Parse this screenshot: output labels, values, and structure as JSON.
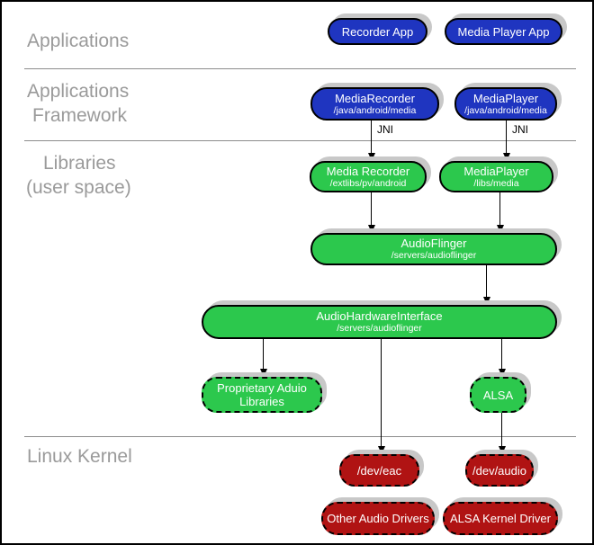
{
  "colors": {
    "app_blue": "#1F35C0",
    "library_green": "#2CC84D",
    "kernel_red": "#B01313",
    "layer_label_gray": "#9A9A9A",
    "separator_gray": "#8C8C8C",
    "shadow_gray": "#C8C8C8",
    "node_text": "#FFFFFF",
    "arrow_black": "#000000"
  },
  "layers": {
    "applications": {
      "label": "Applications"
    },
    "framework": {
      "line1": "Applications",
      "line2": "Framework"
    },
    "libraries": {
      "line1": "Libraries",
      "line2": "(user space)"
    },
    "kernel": {
      "label": "Linux Kernel"
    }
  },
  "nodes": {
    "recorder_app": {
      "title": "Recorder App"
    },
    "media_player_app": {
      "title": "Media Player App"
    },
    "media_recorder_fw": {
      "title": "MediaRecorder",
      "subtitle": "/java/android/media"
    },
    "media_player_fw": {
      "title": "MediaPlayer",
      "subtitle": "/java/android/media"
    },
    "media_recorder_lib": {
      "title": "Media Recorder",
      "subtitle": "/extlibs/pv/android"
    },
    "media_player_lib": {
      "title": "MediaPlayer",
      "subtitle": "/libs/media"
    },
    "audioflinger": {
      "title": "AudioFlinger",
      "subtitle": "/servers/audioflinger"
    },
    "audio_hardware_interface": {
      "title": "AudioHardwareInterface",
      "subtitle": "/servers/audioflinger"
    },
    "proprietary_audio_libraries": {
      "title": "Proprietary Aduio",
      "subtitle": "Libraries"
    },
    "alsa": {
      "title": "ALSA"
    },
    "dev_eac": {
      "title": "/dev/eac"
    },
    "dev_audio": {
      "title": "/dev/audio"
    },
    "other_audio_drivers": {
      "title": "Other Audio Drivers"
    },
    "alsa_kernel_driver": {
      "title": "ALSA Kernel Driver"
    }
  },
  "edges": [
    {
      "from": "media_recorder_fw",
      "to": "media_recorder_lib",
      "label": "JNI"
    },
    {
      "from": "media_player_fw",
      "to": "media_player_lib",
      "label": "JNI"
    },
    {
      "from": "media_recorder_lib",
      "to": "audioflinger",
      "label": ""
    },
    {
      "from": "media_player_lib",
      "to": "audioflinger",
      "label": ""
    },
    {
      "from": "audioflinger",
      "to": "audio_hardware_interface",
      "label": ""
    },
    {
      "from": "audio_hardware_interface",
      "to": "proprietary_audio_libraries",
      "label": ""
    },
    {
      "from": "audio_hardware_interface",
      "to": "dev_eac",
      "label": ""
    },
    {
      "from": "audio_hardware_interface",
      "to": "alsa",
      "label": ""
    },
    {
      "from": "alsa",
      "to": "dev_audio",
      "label": ""
    }
  ]
}
